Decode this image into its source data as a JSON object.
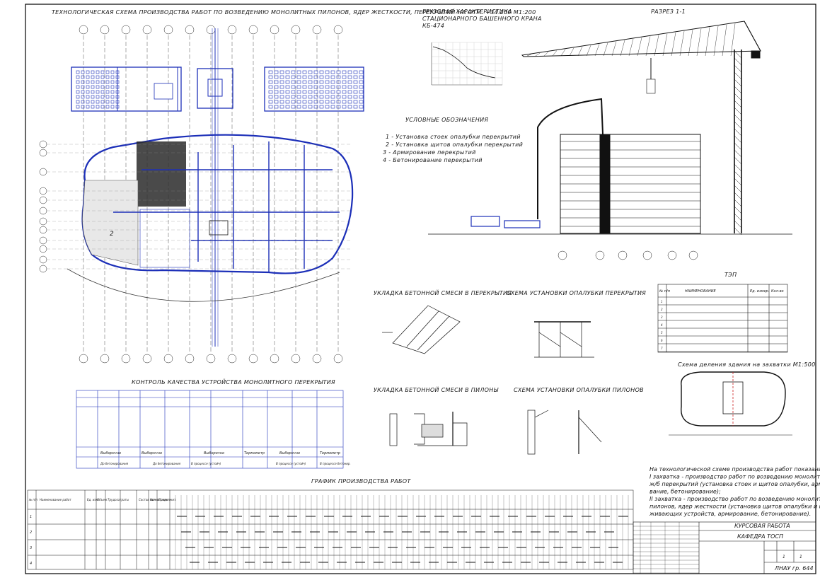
{
  "sheet": {
    "main_title": "ТЕХНОЛОГИЧЕСКАЯ СХЕМА ПРОИЗВОДСТВА РАБОТ ПО ВОЗВЕДЕНИЮ МОНОЛИТНЫХ ПИЛОНОВ, ЯДЕР ЖЕСТКОСТИ, ПЕРЕКРЫТИЙ НА ОТМ. +34.200 М1:200",
    "crane_chart_title": [
      "ГРУЗОВАЯ ХАРАКТЕРИСТИКА",
      "СТАЦИОНАРНОГО БАШЕННОГО КРАНА",
      "КБ-474"
    ],
    "section_title": "РАЗРЕЗ 1-1",
    "section_mark": "1",
    "legend": {
      "title": "УСЛОВНЫЕ ОБОЗНАЧЕНИЯ",
      "items": [
        "1 - Установка стоек опалубки перекрытий",
        "2 - Установка щитов опалубки перекрытий",
        "3 - Армирование перекрытий",
        "4 - Бетонирование перекрытий"
      ]
    },
    "zone_labels": [
      "2"
    ],
    "tep": {
      "title": "ТЭП",
      "headers": [
        "№ п/п",
        "НАИМЕНОВАНИЕ",
        "Ед. измер.",
        "Кол-во"
      ],
      "row_numbers": [
        "1",
        "2",
        "3",
        "4",
        "5",
        "6",
        "7"
      ]
    },
    "qc_title": "КОНТРОЛЬ КАЧЕСТВА УСТРОЙСТВА МОНОЛИТНОГО ПЕРЕКРЫТИЯ",
    "qc_row_labels": [
      "Выборочно",
      "Выборочно",
      "Выборочно",
      "Термометр",
      "Выборочно",
      "Термометр"
    ],
    "qc_stage_labels": [
      "До бетонирования",
      "До бетонирования",
      "В процессе (устойч)",
      "В процессе (устойч)",
      "В процессе бетонир."
    ],
    "detail_titles": {
      "slab_concrete": "УКЛАДКА БЕТОННОЙ СМЕСИ В ПЕРЕКРЫТИЯ",
      "slab_formwork": "СХЕМА УСТАНОВКИ ОПАЛУБКИ ПЕРЕКРЫТИЯ",
      "pylon_concrete": "УКЛАДКА БЕТОННОЙ СМЕСИ В ПИЛОНЫ",
      "pylon_formwork": "СХЕМА УСТАНОВКИ ОПАЛУБКИ ПИЛОНОВ",
      "zoning": "Схема деления здания на захватки М1:500"
    },
    "schedule": {
      "title": "ГРАФИК ПРОИЗВОДСТВА РАБОТ",
      "headers": [
        "№ п/п",
        "Наименование работ",
        "Ед. изм.",
        "Объем",
        "Трудозатраты",
        "Состав звена",
        "Кол-во смен",
        "Продолжит."
      ],
      "row_numbers": [
        "1",
        "2",
        "3",
        "4"
      ]
    },
    "notes": [
      "На технологической схеме производства работ показаны",
      "I захватка - производство работ по возведению монолитных",
      "ж/б перекрытий (установка стоек и щитов опалубки, армиро-",
      "вание, бетонирование);",
      "II захватка - производство работ по возведению монолитных",
      "пилонов, ядер жесткости (установка щитов опалубки и поддер-",
      "живающих устройств, армирование, бетонирование)."
    ],
    "stamp": {
      "work": "КУРСОВАЯ РАБОТА",
      "dept": "КАФЕДРА ТОСП",
      "group": "ЛНАУ гр. 644",
      "sheet_no": "1",
      "sheets": "1"
    }
  },
  "colors": {
    "ink": "#1a1a1a",
    "blue": "#1c2fb8",
    "frame": "#000000"
  }
}
